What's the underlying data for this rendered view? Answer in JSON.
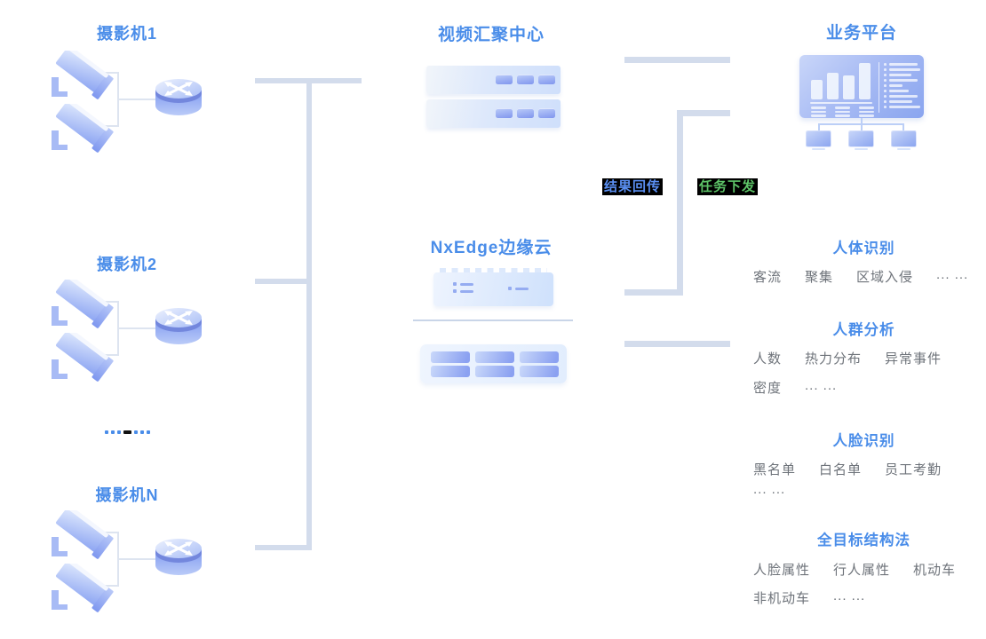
{
  "diagram": {
    "left": {
      "groups": [
        {
          "label": "摄影机1"
        },
        {
          "label": "摄影机2"
        },
        {
          "label": "摄影机N"
        }
      ],
      "more_indicator": "······"
    },
    "center": {
      "video_hub_title": "视频汇聚中心",
      "edge_cloud_title": "NxEdge边缘云"
    },
    "flows": {
      "result_back": "结果回传",
      "task_dispatch": "任务下发"
    },
    "platform": {
      "title": "业务平台",
      "sections": [
        {
          "title": "人体识别",
          "rows": [
            [
              "客流",
              "聚集",
              "区域入侵",
              "... ..."
            ]
          ]
        },
        {
          "title": "人群分析",
          "rows": [
            [
              "人数",
              "热力分布",
              "异常事件"
            ],
            [
              "密度",
              "... ..."
            ]
          ]
        },
        {
          "title": "人脸识别",
          "rows": [
            [
              "黑名单",
              "白名单",
              "员工考勤"
            ],
            [
              "... ..."
            ]
          ]
        },
        {
          "title": "全目标结构法",
          "rows": [
            [
              "人脸属性",
              "行人属性",
              "机动车"
            ],
            [
              "非机动车",
              "... ..."
            ]
          ]
        }
      ]
    },
    "colors": {
      "accent_blue": "#4a8de9",
      "item_gray": "#6e737a",
      "line_gray": "#d3dcec",
      "result_label_color": "#5a8ff2",
      "task_label_color": "#5dc267",
      "label_bg": "#000000"
    }
  }
}
